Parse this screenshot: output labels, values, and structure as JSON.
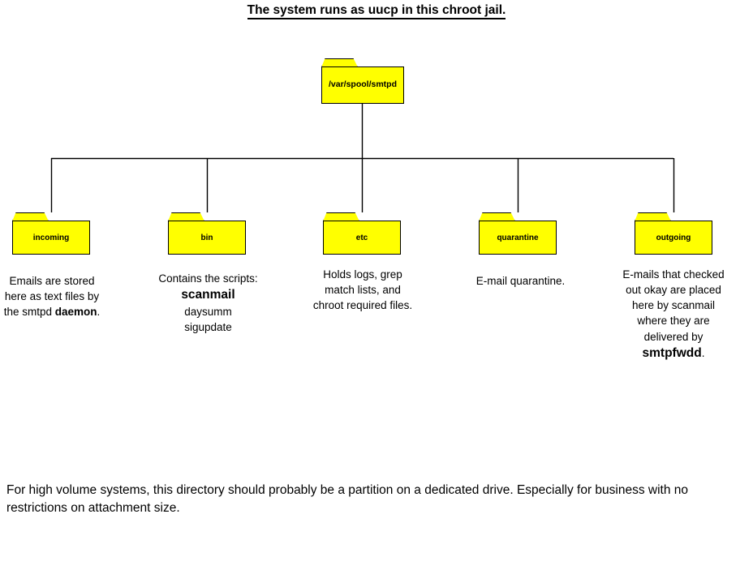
{
  "title": "The system runs as uucp in this chroot jail.",
  "root": {
    "label": "/var/spool/smtpd"
  },
  "children": [
    {
      "label": "incoming",
      "caption_plain": "Emails are stored here as text files by the smtpd ",
      "caption_bold": "daemon",
      "caption_tail": "."
    },
    {
      "label": "bin",
      "caption_lead": "Contains the scripts:",
      "script_primary": "scanmail",
      "script_second": "daysumm",
      "script_third": "sigupdate"
    },
    {
      "label": "etc",
      "caption_plain": "Holds logs, grep match lists, and chroot required files."
    },
    {
      "label": "quarantine",
      "caption_plain": "E-mail quarantine."
    },
    {
      "label": "outgoing",
      "caption_plain": "E-mails that checked out okay are placed here by scanmail where they are delivered by ",
      "caption_bold": "smtpfwdd",
      "caption_tail": "."
    }
  ],
  "footer": "For high volume systems, this directory should probably be a partition on a dedicated drive.  Especially for business with no restrictions on attachment size.",
  "colors": {
    "folder_fill": "#FFFF00",
    "folder_stroke": "#000000",
    "background": "#FFFFFF",
    "text": "#000000"
  }
}
